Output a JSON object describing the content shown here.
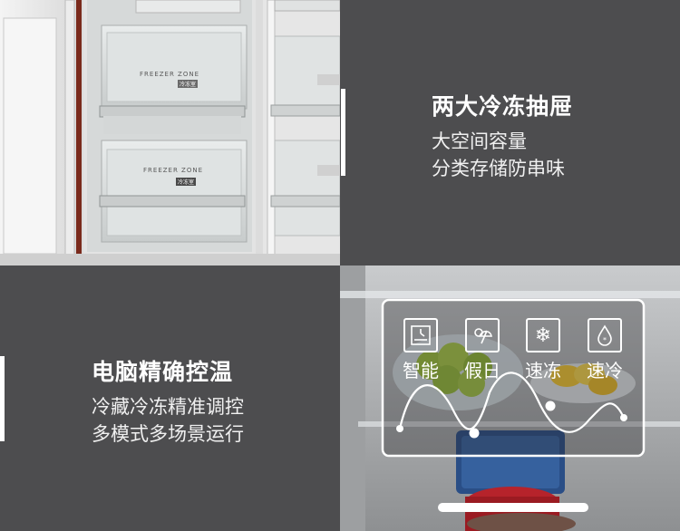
{
  "fridge_labels": {
    "freezer_zone": "FREEZER ZONE",
    "freezer_room": "冷冻室"
  },
  "sections": {
    "drawers": {
      "title": "两大冷冻抽屉",
      "lines": [
        "大空间容量",
        "分类存储防串味"
      ]
    },
    "control": {
      "title": "电脑精确控温",
      "lines": [
        "冷藏冷冻精准调控",
        "多模式多场景运行"
      ]
    }
  },
  "features": [
    {
      "label": "智能",
      "icon": "smart-icon"
    },
    {
      "label": "假日",
      "icon": "holiday-icon"
    },
    {
      "label": "速冻",
      "icon": "snowflake-icon"
    },
    {
      "label": "速冷",
      "icon": "droplet-icon"
    }
  ],
  "colors": {
    "dark_panel": "#4d4d4f",
    "accent_white": "#ffffff"
  }
}
